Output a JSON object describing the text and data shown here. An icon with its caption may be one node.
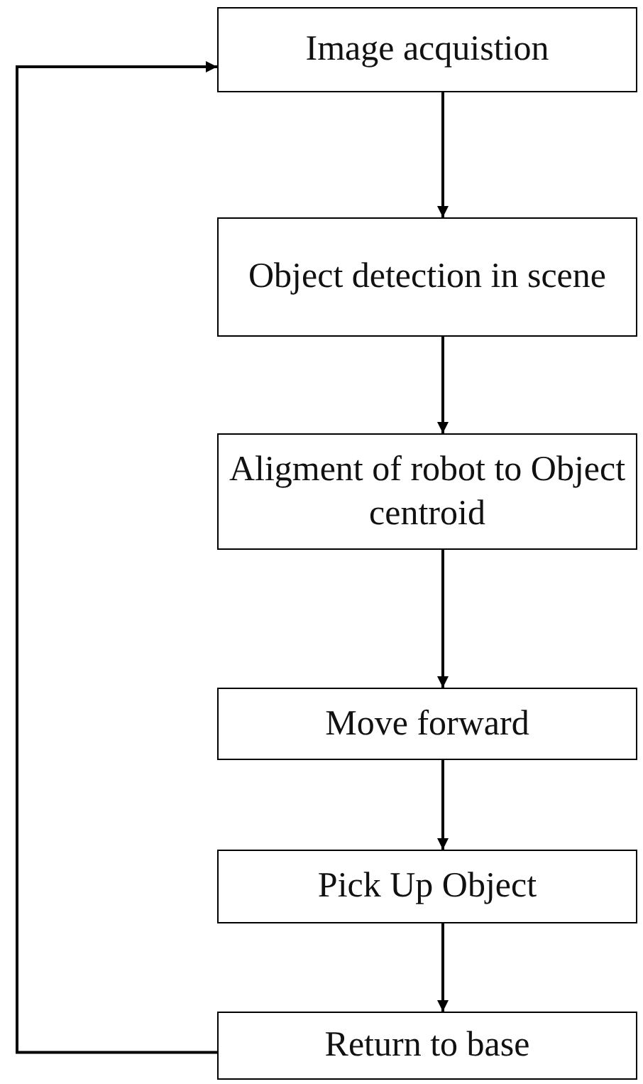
{
  "diagram": {
    "nodes": [
      {
        "text": [
          "Image acquistion"
        ]
      },
      {
        "text": [
          "Object detection in scene"
        ]
      },
      {
        "text": [
          "Aligment of robot to Object centroid"
        ]
      },
      {
        "text": [
          "Move forward"
        ]
      },
      {
        "text": [
          "Pick Up Object"
        ]
      },
      {
        "text": [
          "Return to base"
        ]
      }
    ],
    "edges": [
      {
        "from": 0,
        "to": 1,
        "arrow": "to"
      },
      {
        "from": 1,
        "to": 2,
        "arrow": "to"
      },
      {
        "from": 2,
        "to": 3,
        "arrow": "to"
      },
      {
        "from": 3,
        "to": 4,
        "arrow": "to"
      },
      {
        "from": 4,
        "to": 5,
        "arrow": "to"
      },
      {
        "from": 5,
        "to": 0,
        "arrow": "to"
      }
    ]
  }
}
